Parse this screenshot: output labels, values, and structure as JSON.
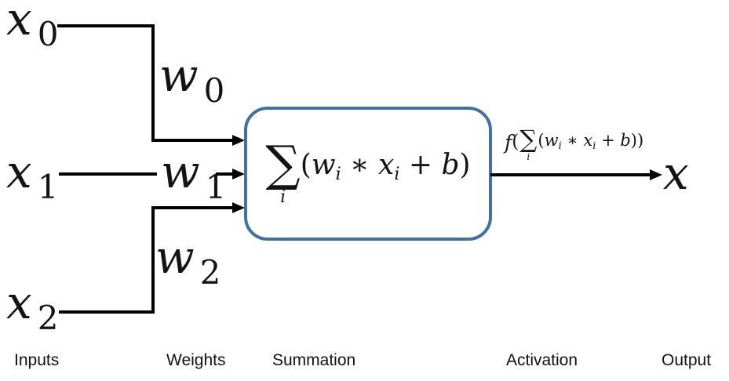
{
  "colors": {
    "box_border": "#41719C",
    "line": "#000000",
    "text": "#141414"
  },
  "nodes": {
    "inputs": [
      {
        "base": "x",
        "sub": "0"
      },
      {
        "base": "x",
        "sub": "1"
      },
      {
        "base": "x",
        "sub": "2"
      }
    ],
    "weights": [
      {
        "base": "w",
        "sub": "0"
      },
      {
        "base": "w",
        "sub": "1"
      },
      {
        "base": "w",
        "sub": "2"
      }
    ],
    "output": {
      "base": "x"
    }
  },
  "summation": {
    "sigma": "∑",
    "sigma_sub": "i",
    "tokens": [
      "(",
      "w",
      "i",
      " ∗ ",
      "x",
      "i",
      " + ",
      "b",
      ")"
    ]
  },
  "activation": {
    "prefix_f": "f",
    "prefix_paren": "(",
    "sigma": "∑",
    "sigma_sub": "i",
    "tokens": [
      "(",
      "w",
      "i",
      " ∗ ",
      "x",
      "i",
      " + ",
      "b",
      ")"
    ],
    "suffix": ")"
  },
  "stage_labels": [
    {
      "label": "Inputs"
    },
    {
      "label": "Weights"
    },
    {
      "label": "Summation"
    },
    {
      "label": "Activation"
    },
    {
      "label": "Output"
    }
  ]
}
